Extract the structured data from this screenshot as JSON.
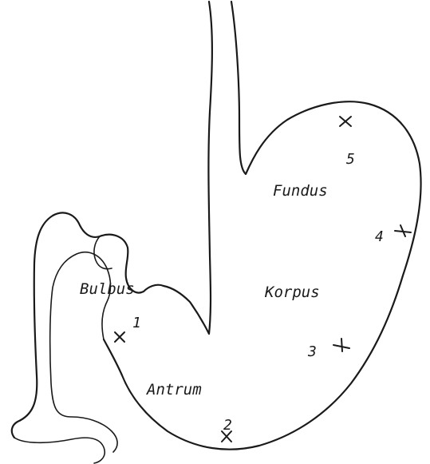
{
  "regions": {
    "fundus": "Fundus",
    "korpus": "Korpus",
    "antrum": "Antrum",
    "bulbus": "Bulbus"
  },
  "markers": {
    "m1": "1",
    "m2": "2",
    "m3": "3",
    "m4": "4",
    "m5": "5"
  }
}
